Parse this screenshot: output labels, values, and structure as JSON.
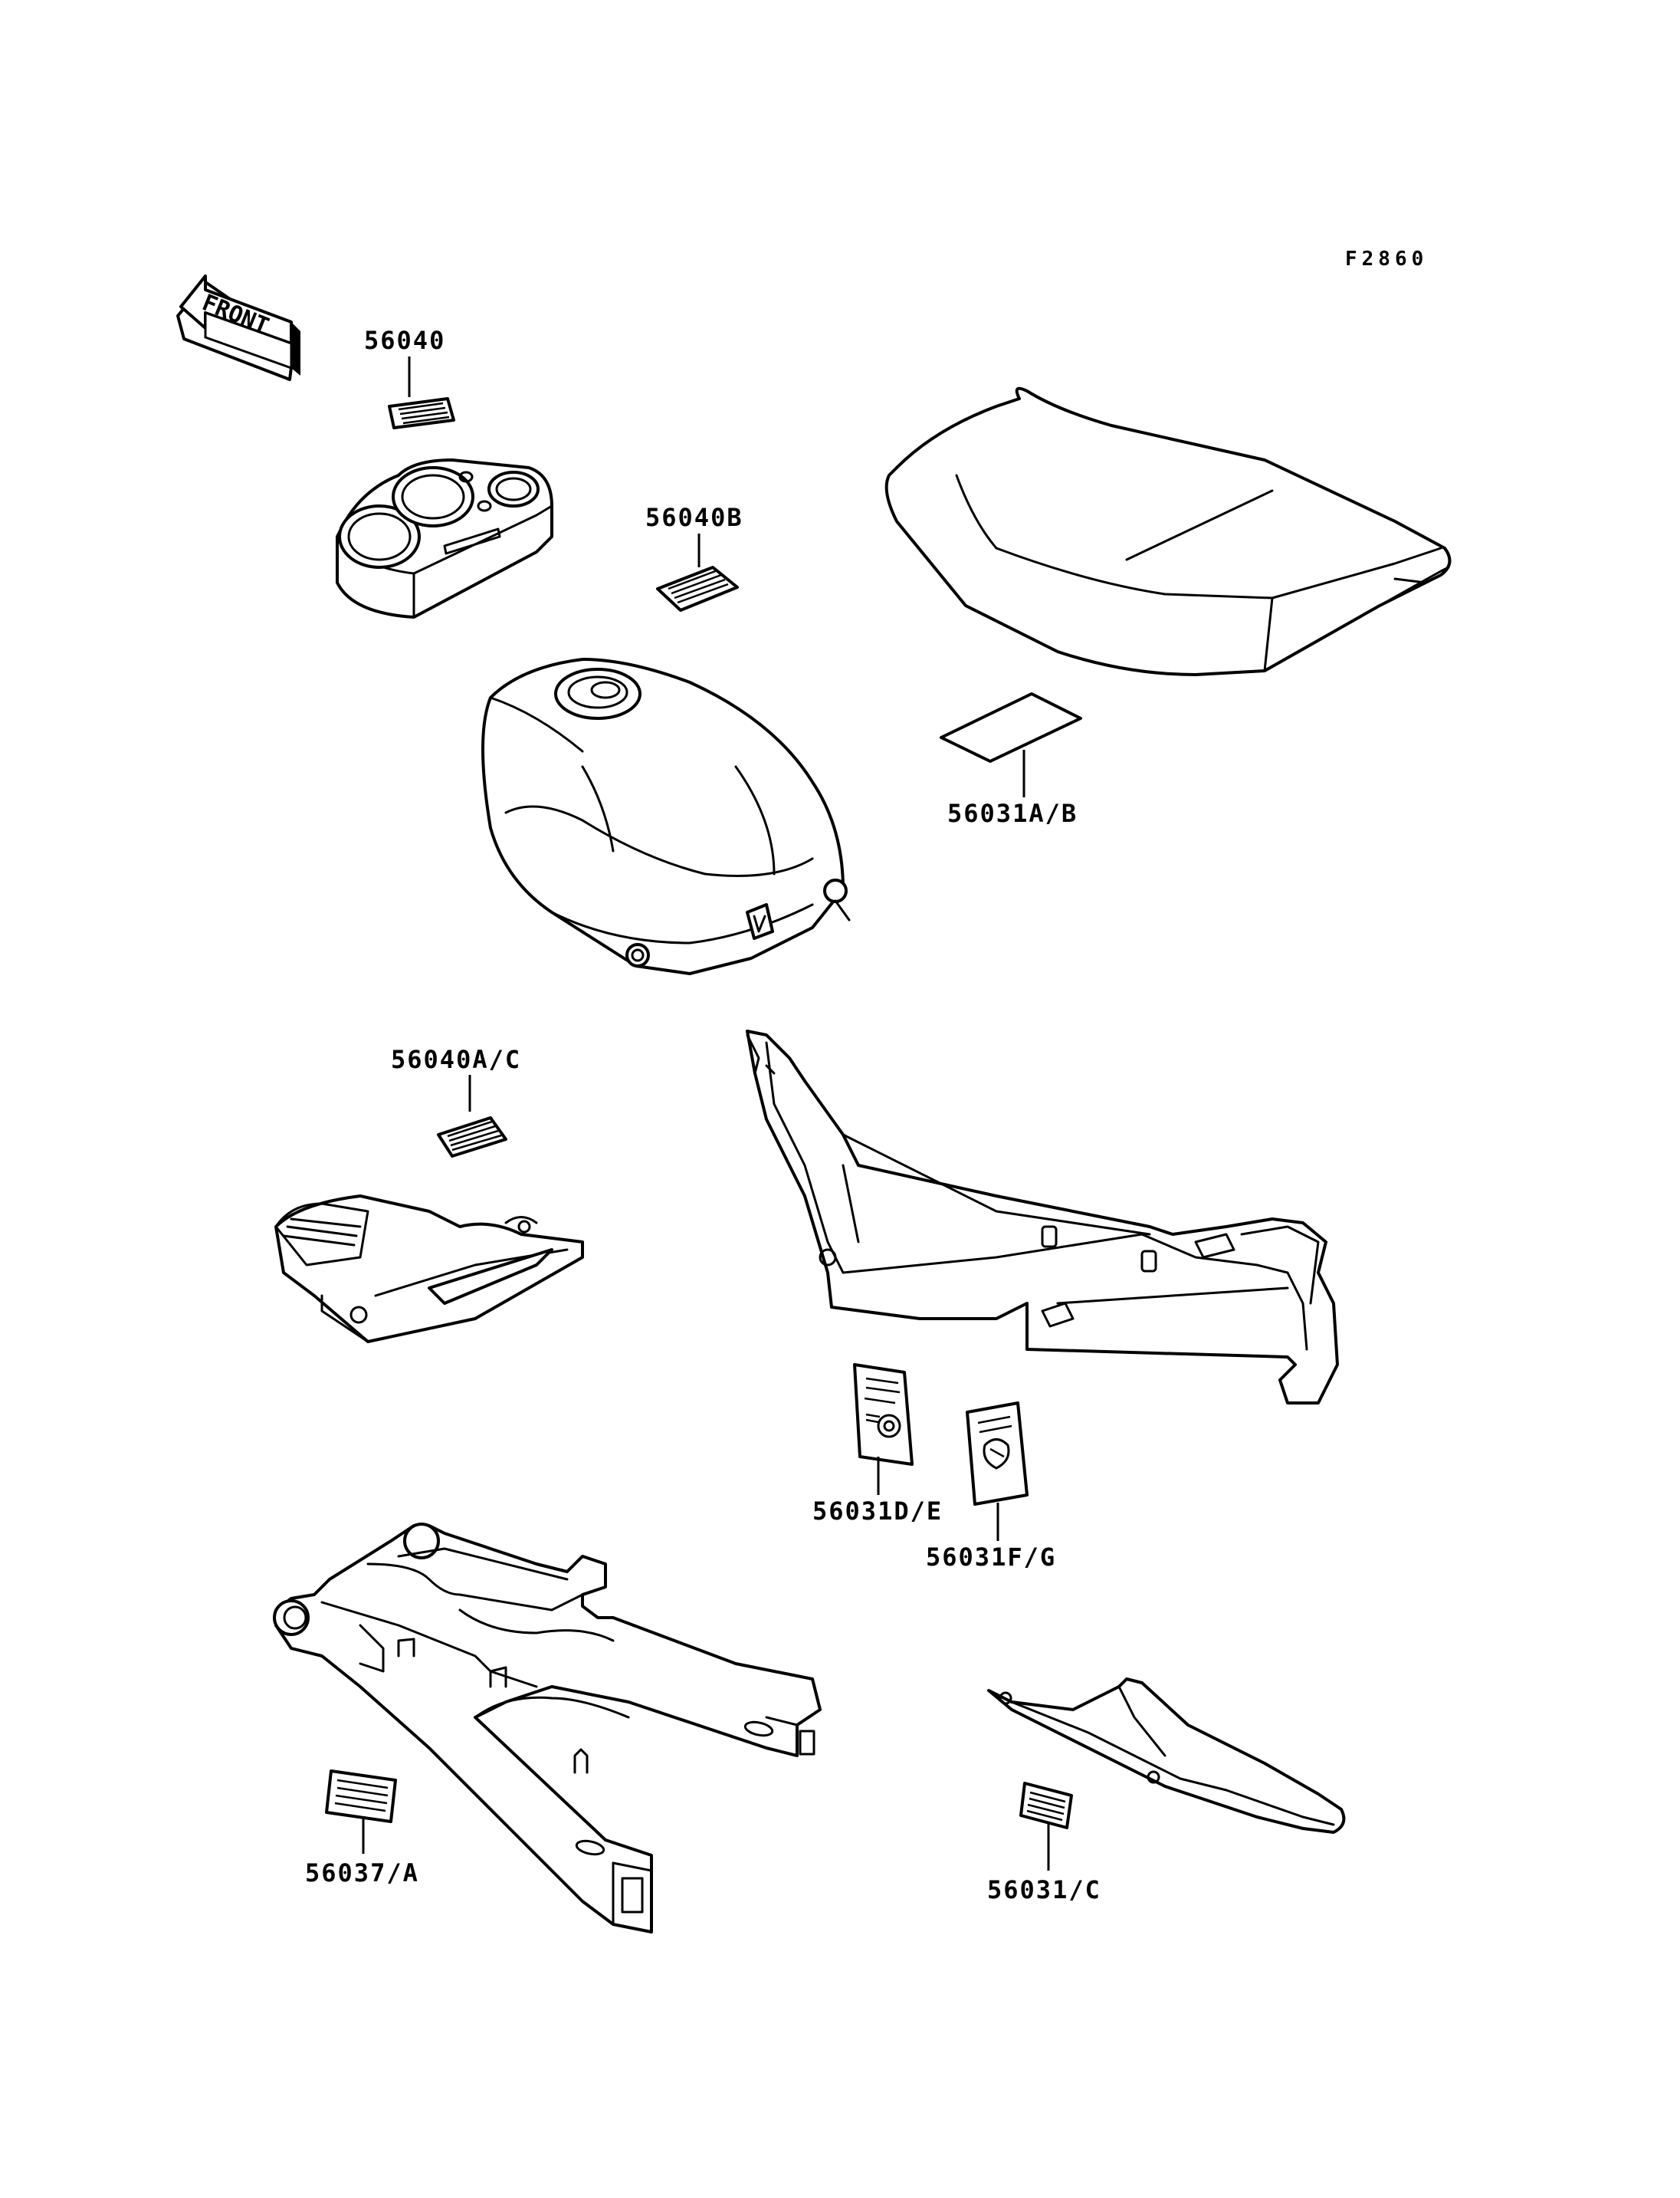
{
  "figure_code": "F2860",
  "front_arrow_label": "FRONT",
  "labels": {
    "meter_label": "56040",
    "tank_label": "56040B",
    "seat_label": "56031A/B",
    "air_duct_label": "56040A/C",
    "frame_label_left": "56031D/E",
    "frame_label_right": "56031F/G",
    "swingarm_label": "56037/A",
    "chain_cover_label": "56031/C"
  },
  "colors": {
    "line": "#000000",
    "paper": "#ffffff"
  }
}
